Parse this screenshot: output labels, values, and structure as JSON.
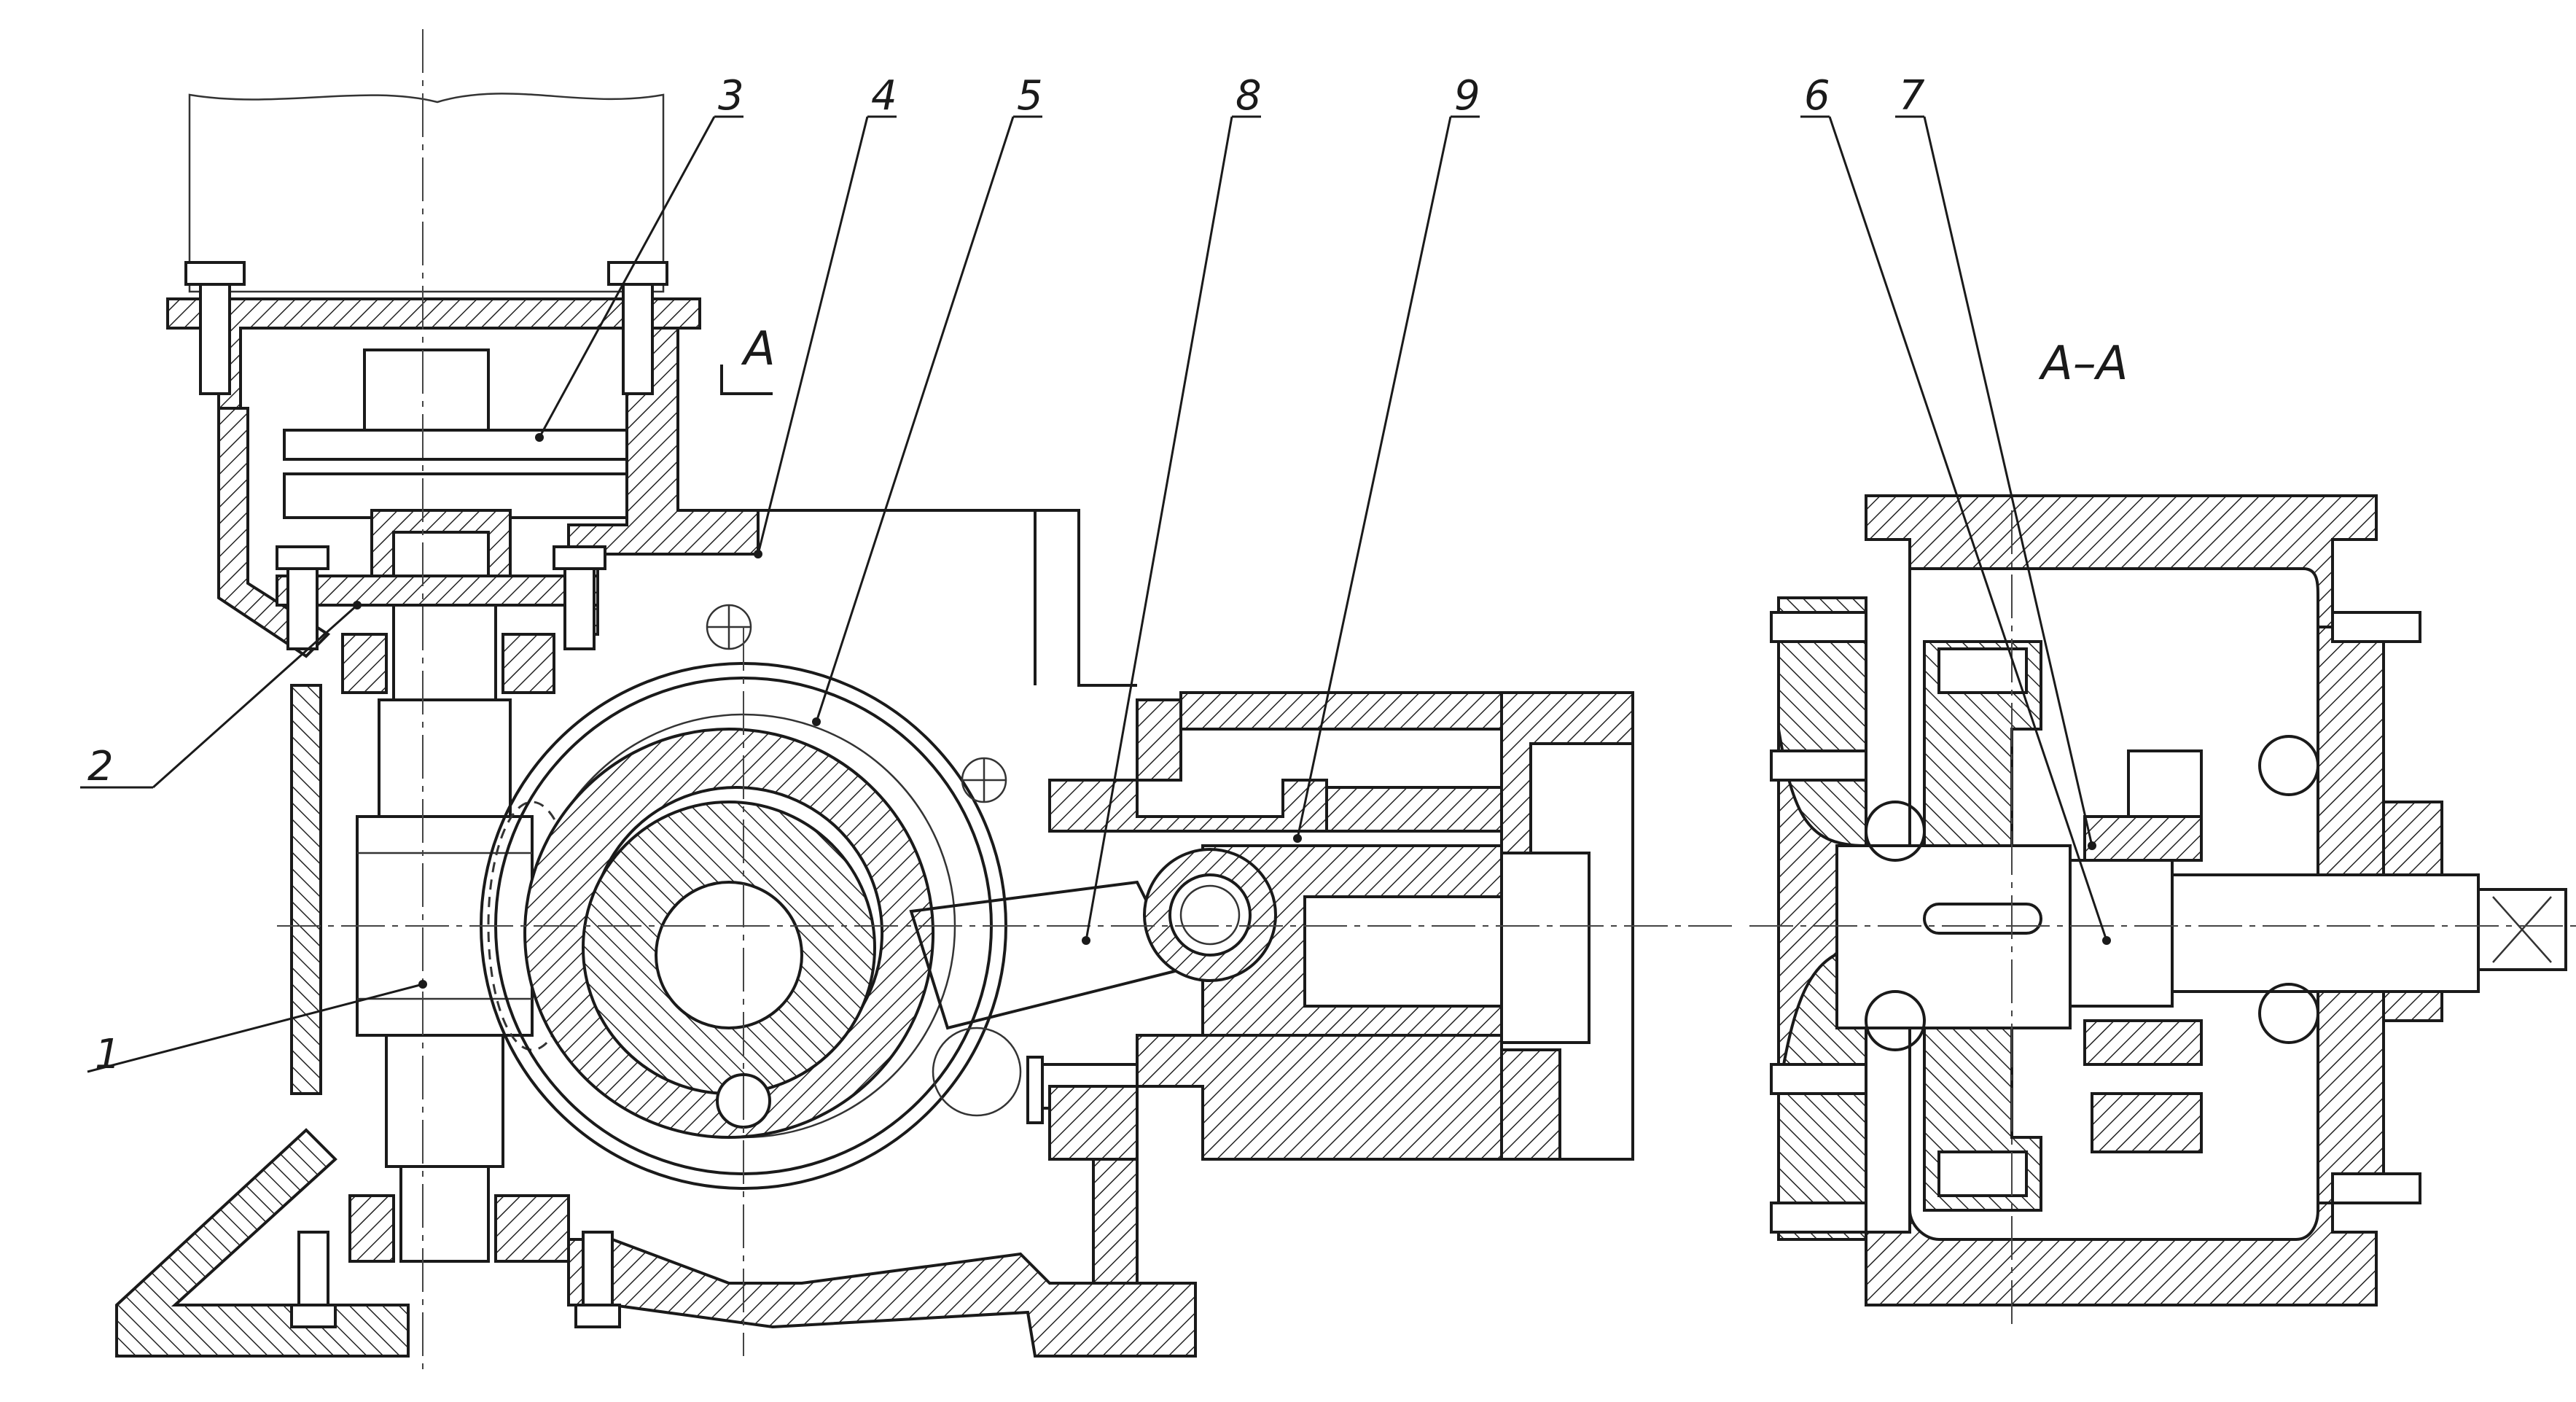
{
  "view_labels": {
    "section": "A–A",
    "cut_marker": "A"
  },
  "part_labels": [
    "1",
    "2",
    "3",
    "4",
    "5",
    "6",
    "7",
    "8",
    "9"
  ],
  "colors": {
    "line": "#1a1a1a",
    "background": "#ffffff"
  }
}
